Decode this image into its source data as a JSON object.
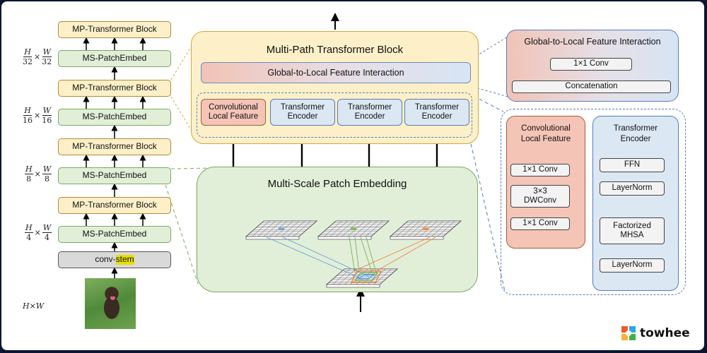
{
  "backbone": {
    "blocks": [
      {
        "type": "mp",
        "label": "MP-Transformer Block"
      },
      {
        "type": "ms",
        "label": "MS-PatchEmbed"
      },
      {
        "type": "mp",
        "label": "MP-Transformer Block"
      },
      {
        "type": "ms",
        "label": "MS-PatchEmbed"
      },
      {
        "type": "mp",
        "label": "MP-Transformer Block"
      },
      {
        "type": "ms",
        "label": "MS-PatchEmbed"
      },
      {
        "type": "mp",
        "label": "MP-Transformer Block"
      },
      {
        "type": "ms",
        "label": "MS-PatchEmbed"
      }
    ],
    "stem_prefix": "conv-",
    "stem_highlight": "stem",
    "resolutions": [
      {
        "num": "H",
        "den": "32",
        "num2": "W",
        "den2": "32"
      },
      {
        "num": "H",
        "den": "16",
        "num2": "W",
        "den2": "16"
      },
      {
        "num": "H",
        "den": "8",
        "num2": "W",
        "den2": "8"
      },
      {
        "num": "H",
        "den": "4",
        "num2": "W",
        "den2": "4"
      }
    ],
    "times": "×",
    "input_resolution": "H×W",
    "input_image": "puppy-photo"
  },
  "mp_block": {
    "title": "Multi-Path Transformer Block",
    "interaction": "Global-to-Local Feature Interaction",
    "paths": [
      {
        "line1": "Convolutional",
        "line2": "Local Feature",
        "kind": "conv"
      },
      {
        "line1": "Transformer",
        "line2": "Encoder",
        "kind": "trans"
      },
      {
        "line1": "Transformer",
        "line2": "Encoder",
        "kind": "trans"
      },
      {
        "line1": "Transformer",
        "line2": "Encoder",
        "kind": "trans"
      }
    ]
  },
  "ms_block": {
    "title": "Multi-Scale Patch Embedding",
    "kernel_colors": [
      "#5b9bd5",
      "#70ad47",
      "#ed7d31"
    ]
  },
  "detail_interaction": {
    "title": "Global-to-Local Feature Interaction",
    "conv": "1×1 Conv",
    "concat": "Concatenation"
  },
  "detail_conv": {
    "title_line1": "Convolutional",
    "title_line2": "Local Feature",
    "layers": [
      "1×1  Conv",
      "3×3",
      "DWConv",
      "1×1 Conv"
    ]
  },
  "detail_trans": {
    "title_line1": "Transformer",
    "title_line2": "Encoder",
    "ffn": "FFN",
    "ln1": "LayerNorm",
    "mhsa1": "Factorized",
    "mhsa2": "MHSA",
    "ln2": "LayerNorm"
  },
  "colors": {
    "mp_fill": "#fdf0c8",
    "ms_fill": "#e1efd8",
    "conv_fill": "#f4c4b6",
    "trans_fill": "#dbe7f3"
  },
  "branding": {
    "logo_text": "towhee"
  }
}
